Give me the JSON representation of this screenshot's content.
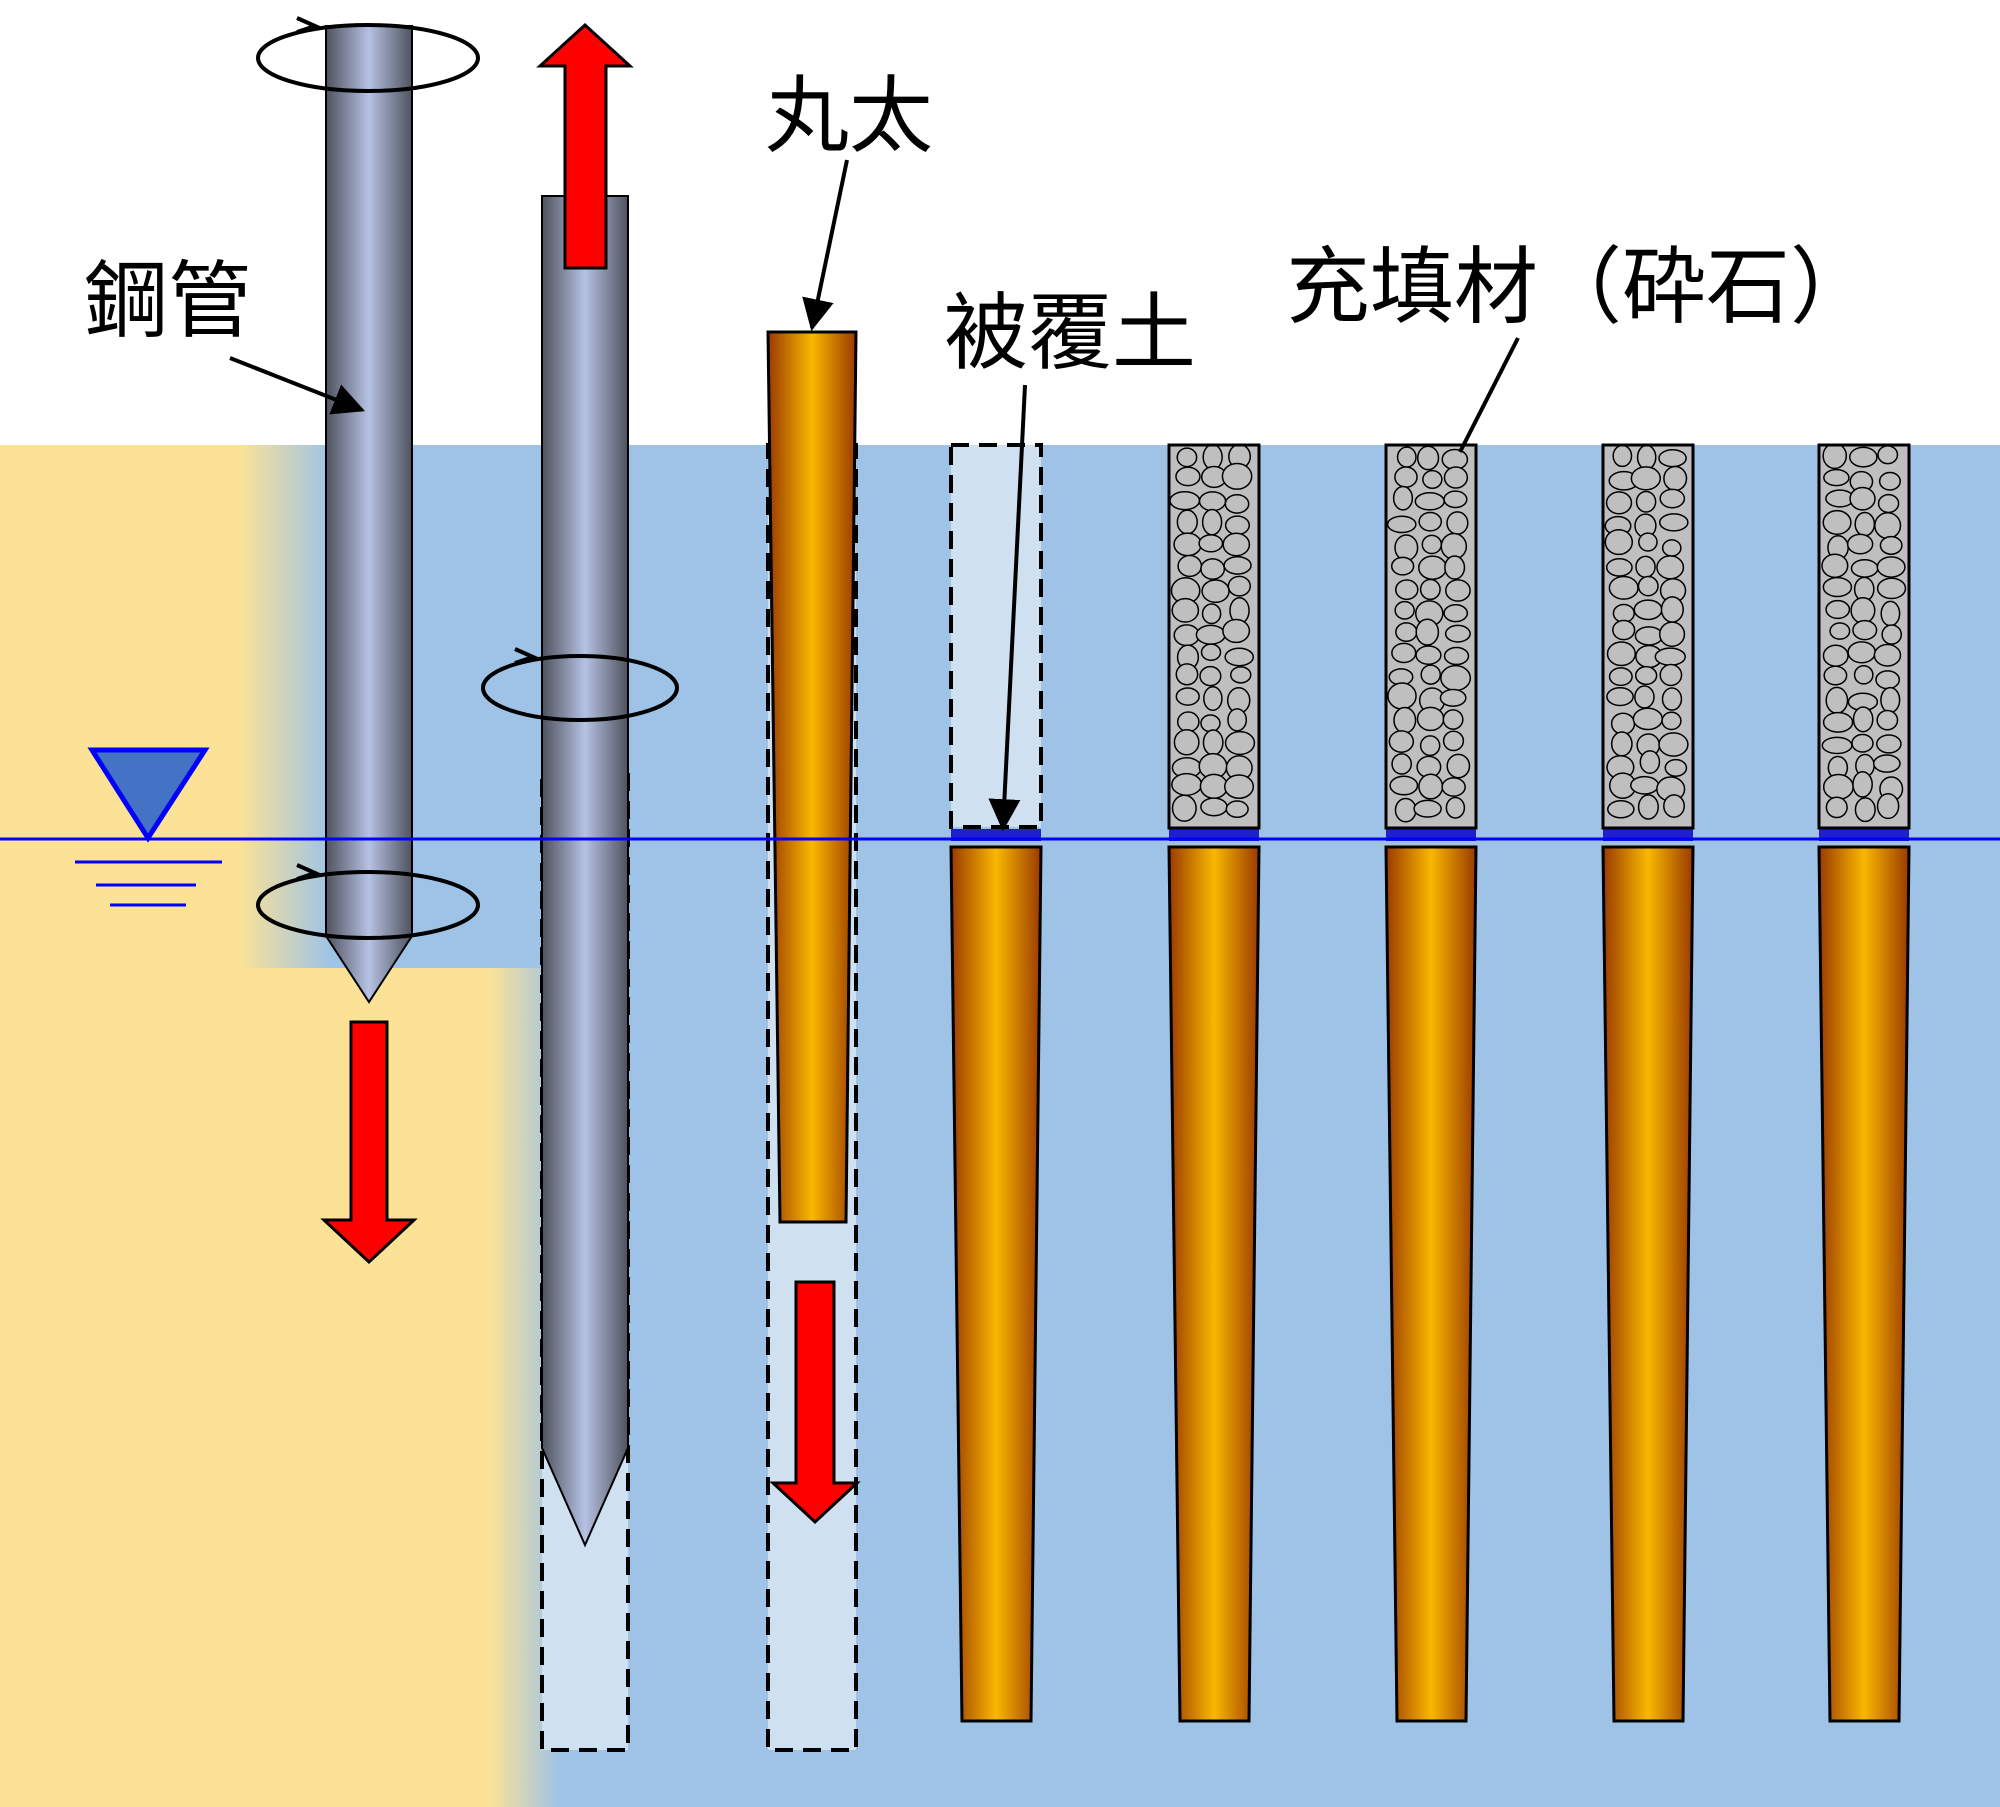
{
  "labels": {
    "steel_pipe": "鋼管",
    "log": "丸太",
    "cover_soil": "被覆土",
    "fill_material": "充填材（砕石）"
  },
  "colors": {
    "ground_sand": "#FBE296",
    "ground_water_zone": "#9FC3E6",
    "void_fill": "#CFE0F1",
    "water_line": "#0000FF",
    "arrow_red": "#FF0000",
    "steel_dark": "#4F525E",
    "steel_light": "#B6C2E3",
    "log_dark": "#9A3A00",
    "log_light": "#F9B800",
    "gravel": "#BFBFBF",
    "cover_cap": "#1F1FCC",
    "water_marker": "#4472C4"
  },
  "icons": [
    "water-level-icon",
    "rotation-arrow-icon",
    "down-arrow-icon",
    "up-arrow-icon"
  ]
}
